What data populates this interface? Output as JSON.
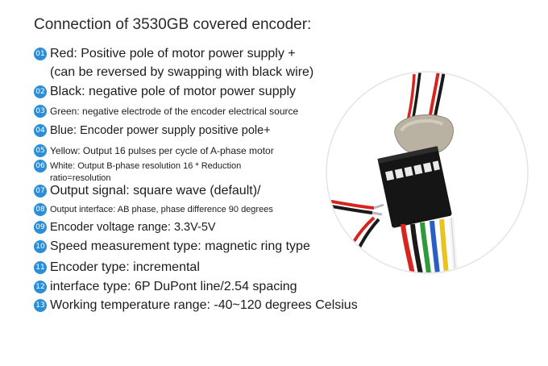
{
  "title": "Connection of 3530GB covered encoder:",
  "items": [
    {
      "num": "01",
      "text": "Red: Positive pole of motor power supply +"
    },
    {
      "num": "",
      "text": "(can be reversed by swapping with black wire)"
    },
    {
      "num": "02",
      "text": "Black: negative pole of motor power supply"
    },
    {
      "num": "03",
      "text": "Green: negative electrode of the encoder electrical source"
    },
    {
      "num": "04",
      "text": "Blue: Encoder power supply positive pole+"
    },
    {
      "num": "05",
      "text": "Yellow: Output 16 pulses per cycle of A-phase motor"
    },
    {
      "num": "06",
      "text": "White: Output B-phase resolution 16 * Reduction",
      "text2": "ratio=resolution"
    },
    {
      "num": "07",
      "text": "Output signal: square wave (default)/"
    },
    {
      "num": "08",
      "text": "Output interface: AB phase, phase difference 90 degrees"
    },
    {
      "num": "09",
      "text": "Encoder voltage range: 3.3V-5V"
    },
    {
      "num": "10",
      "text": "Speed measurement type: magnetic ring type"
    },
    {
      "num": "11",
      "text": "Encoder type: incremental"
    },
    {
      "num": "12",
      "text": "interface type: 6P DuPont line/2.54 spacing"
    },
    {
      "num": "13",
      "text": "Working temperature range: -40~120 degrees Celsius"
    }
  ],
  "colors": {
    "badge": "#2b8ed8",
    "wire_red": "#d8231f",
    "wire_black": "#1a1a1a",
    "wire_green": "#2e9a3a",
    "wire_blue": "#2a5fc4",
    "wire_yellow": "#e8c321",
    "wire_white": "#f3f3f3"
  }
}
